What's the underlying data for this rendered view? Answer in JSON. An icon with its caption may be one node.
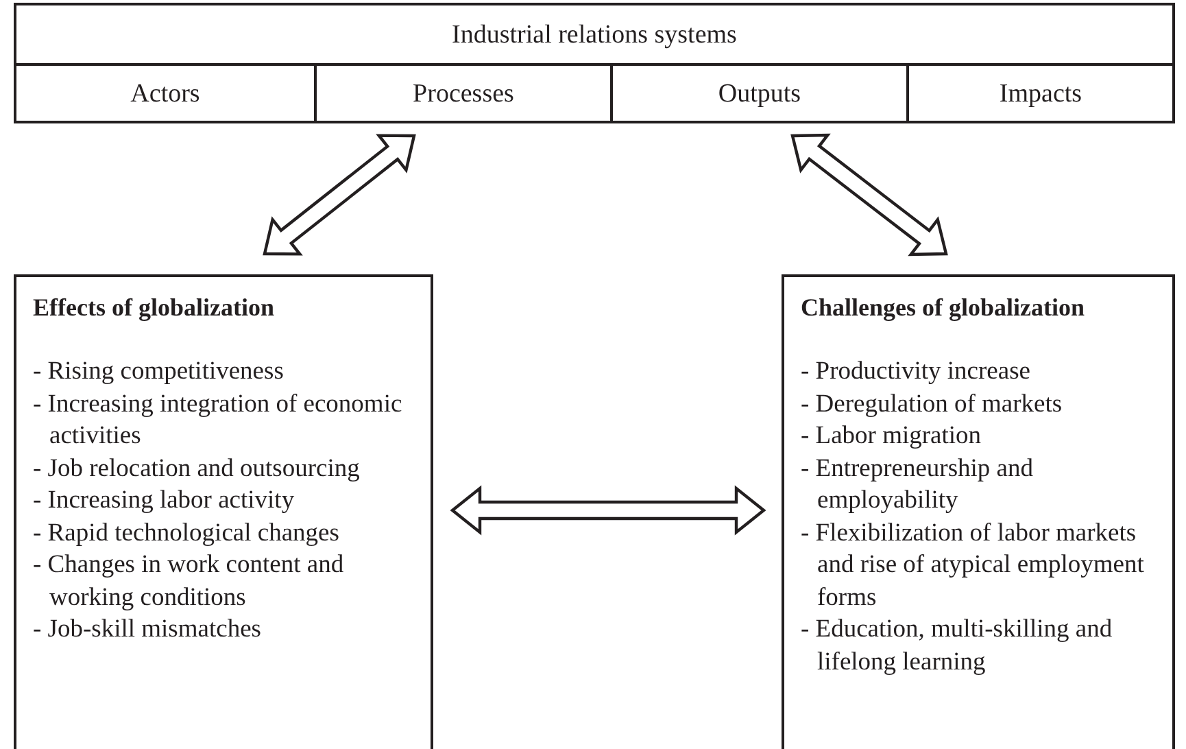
{
  "diagram": {
    "nodes": [
      {
        "text": [
          "Industrial relations systems"
        ]
      },
      {
        "text": [
          "Actors"
        ],
        "in": 0
      },
      {
        "text": [
          "Processes"
        ],
        "in": 0
      },
      {
        "text": [
          "Outputs"
        ],
        "in": 0
      },
      {
        "text": [
          "Impacts"
        ],
        "in": 0
      },
      {
        "text": [
          "Effects of globalization",
          "- Rising competitiveness",
          "- Increasing integration of economic activities",
          "- Job relocation and outsourcing",
          "- Increasing labor activity",
          "- Rapid technological changes",
          "- Changes in work content and working conditions",
          "- Job-skill mismatches"
        ]
      },
      {
        "text": [
          "Challenges of globalization",
          "- Productivity increase",
          "- Deregulation of markets",
          "- Labor migration",
          "- Entrepreneurship and employability",
          "- Flexibilization of labor markets and rise of atypical employment forms",
          "- Education, multi-skilling and lifelong learning"
        ]
      }
    ],
    "edges": [
      {
        "from": 5,
        "to": 2,
        "arrow": "both"
      },
      {
        "from": 6,
        "to": 3,
        "arrow": "both"
      },
      {
        "from": 5,
        "to": 6,
        "arrow": "both"
      }
    ]
  }
}
